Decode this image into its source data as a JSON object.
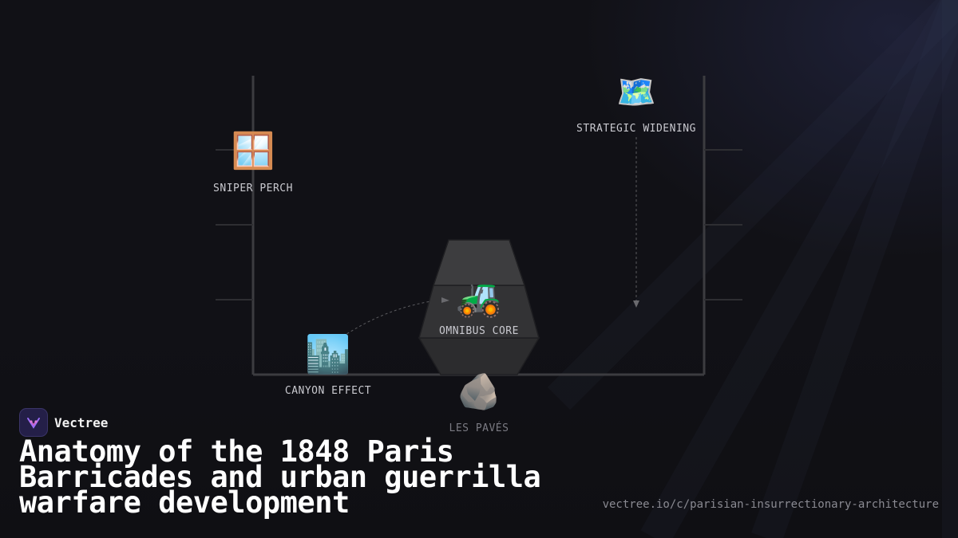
{
  "diagram": {
    "nodes": {
      "sniper": {
        "icon": "🪟",
        "icon_name": "window-icon",
        "label": "SNIPER PERCH"
      },
      "widening": {
        "icon": "🗺️",
        "icon_name": "map-icon",
        "label": "STRATEGIC WIDENING"
      },
      "omnibus": {
        "icon": "🚜",
        "icon_name": "tractor-icon",
        "label": "OMNIBUS CORE"
      },
      "canyon": {
        "icon": "🏙️",
        "icon_name": "cityscape-icon",
        "label": "CANYON EFFECT"
      },
      "paves": {
        "icon": "🪨",
        "icon_name": "rock-icon",
        "label": "LES PAVÉS"
      }
    }
  },
  "brand": {
    "name": "Vectree"
  },
  "title": "Anatomy of the 1848 Paris Barricades and urban guerrilla warfare development",
  "url": "vectree.io/c/parisian-insurrectionary-architecture",
  "colors": {
    "background": "#111116",
    "accent": "#8b5cf6",
    "line": "#3a3a3e",
    "barricade": "#3a3a3c"
  }
}
